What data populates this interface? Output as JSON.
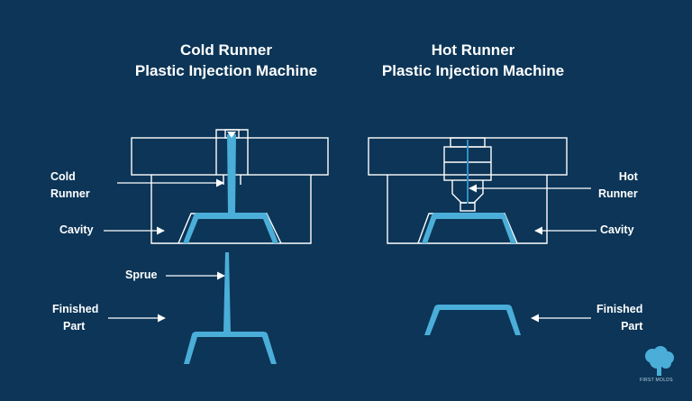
{
  "colors": {
    "background": "#0c3557",
    "outline": "#ffffff",
    "plastic": "#4aaed9",
    "hot_runner_line": "#2f8fc4"
  },
  "left_panel": {
    "title_line1": "Cold Runner",
    "title_line2": "Plastic Injection Machine",
    "labels": {
      "cold_runner_line1": "Cold",
      "cold_runner_line2": "Runner",
      "cavity": "Cavity",
      "sprue": "Sprue",
      "finished_part_line1": "Finished",
      "finished_part_line2": "Part"
    }
  },
  "right_panel": {
    "title_line1": "Hot Runner",
    "title_line2": "Plastic Injection Machine",
    "labels": {
      "hot_runner_line1": "Hot",
      "hot_runner_line2": "Runner",
      "cavity": "Cavity",
      "finished_part_line1": "Finished",
      "finished_part_line2": "Part"
    }
  },
  "logo": {
    "icon": "tree-icon",
    "text": "FIRST MOLDS"
  }
}
